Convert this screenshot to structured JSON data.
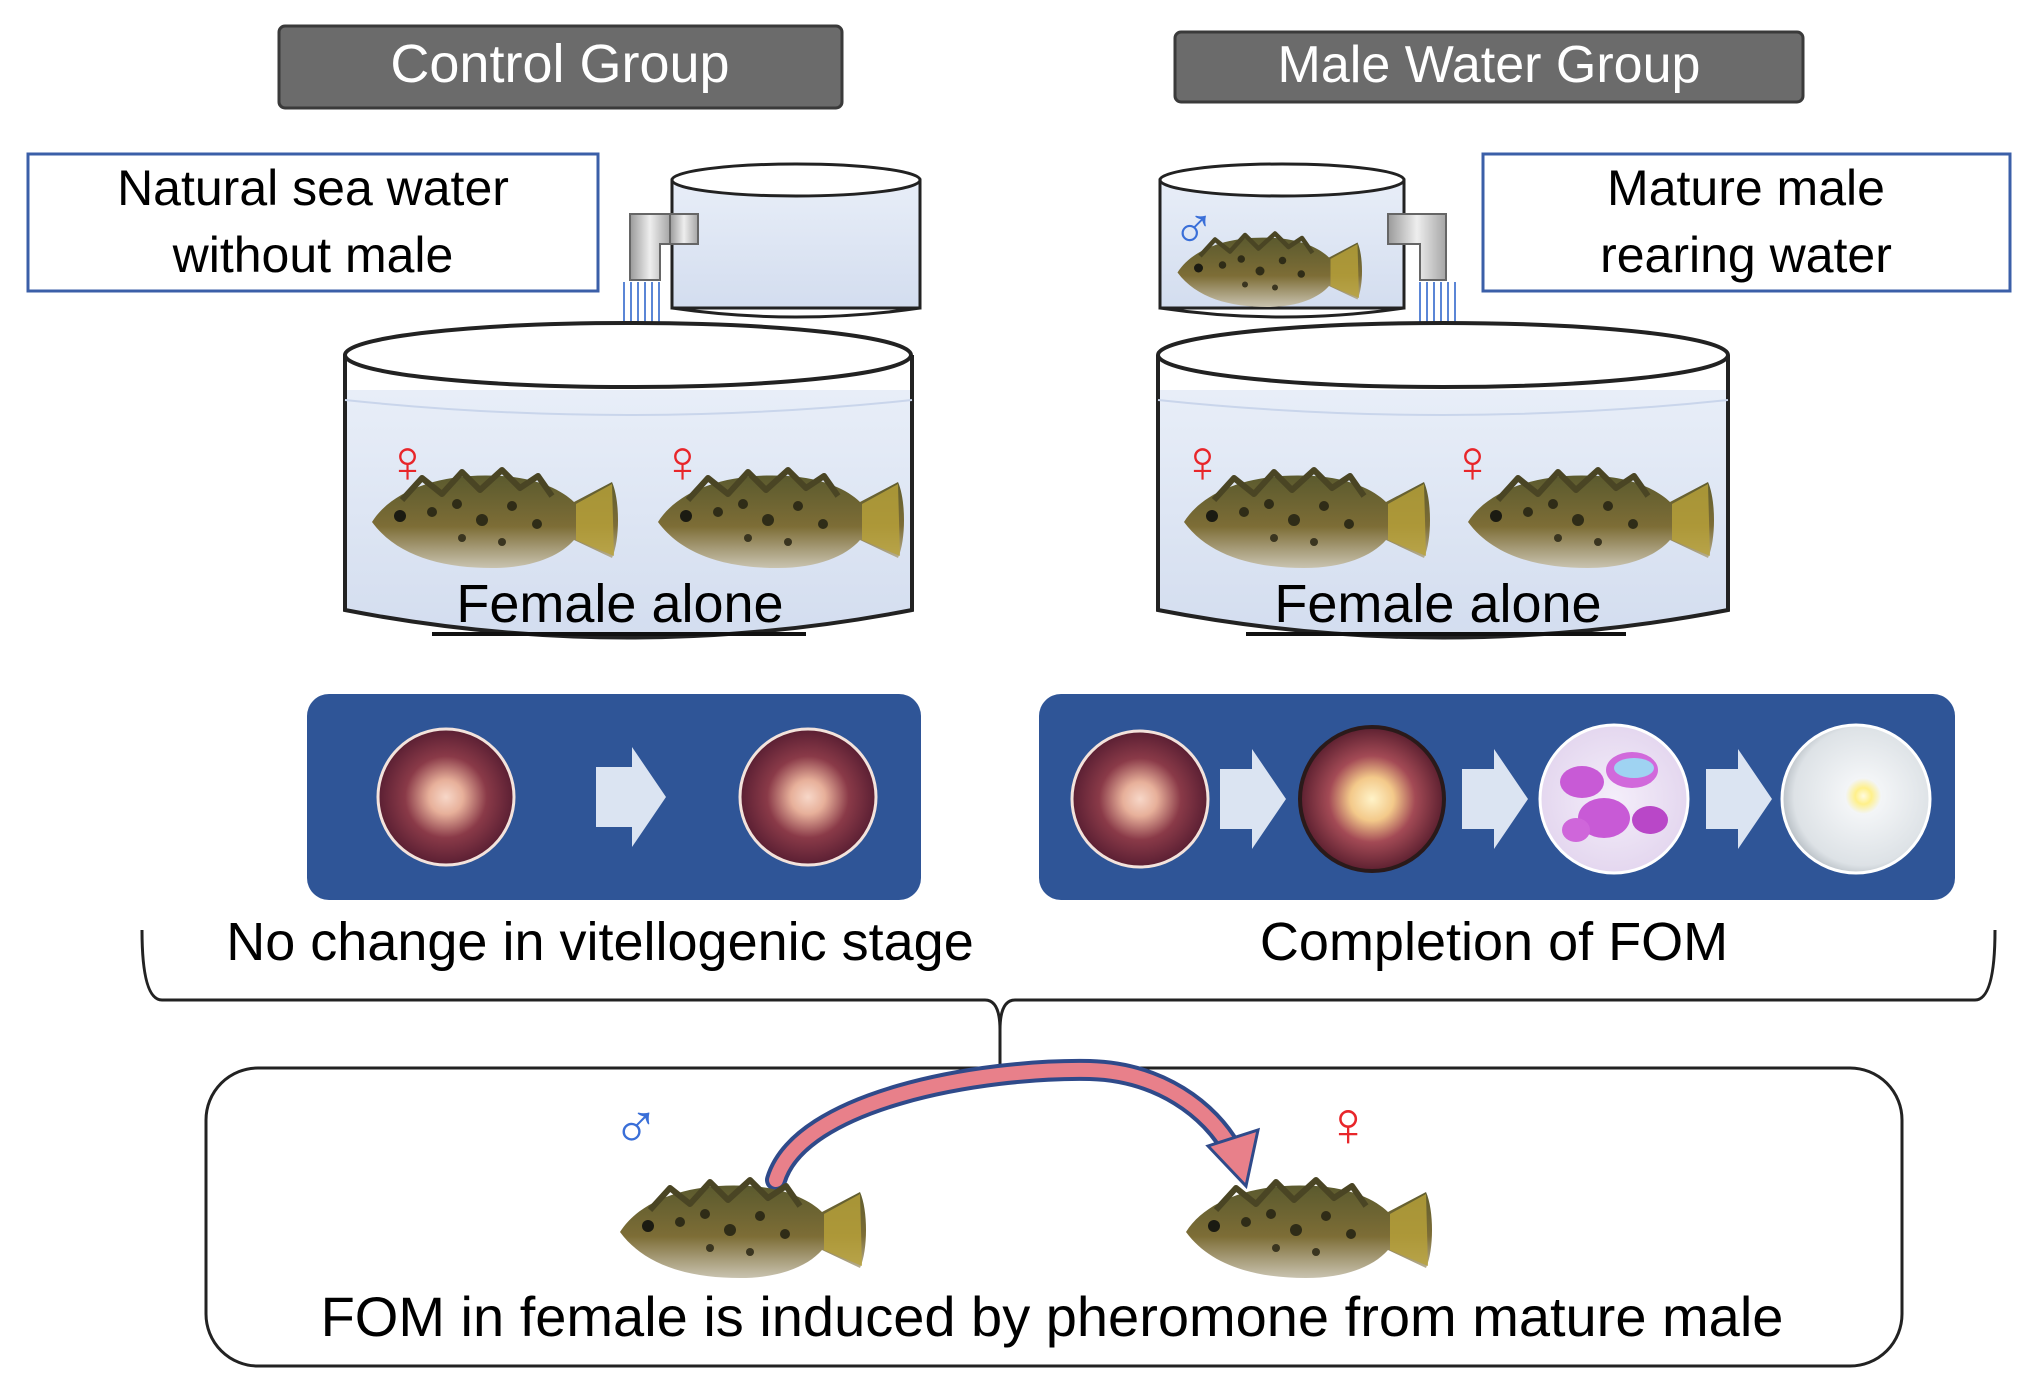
{
  "headers": {
    "control": "Control Group",
    "male": "Male Water Group"
  },
  "sources": {
    "control_line1": "Natural sea water",
    "control_line2": "without male",
    "male_line1": "Mature male",
    "male_line2": "rearing water"
  },
  "tanks": {
    "control_label": "Female alone",
    "male_label": "Female alone"
  },
  "symbols": {
    "female": "♀",
    "male": "♂"
  },
  "outcomes": {
    "control": "No change in vitellogenic stage",
    "male": "Completion of FOM"
  },
  "conclusion": "FOM in female is induced by pheromone from mature male",
  "colors": {
    "header_bg": "#6b6b6b",
    "panel_blue": "#2f5597",
    "water": "#dbe4f2",
    "female_red": "#e8262a",
    "male_blue": "#3a6fd8",
    "arrow_pink": "#e8808a"
  }
}
